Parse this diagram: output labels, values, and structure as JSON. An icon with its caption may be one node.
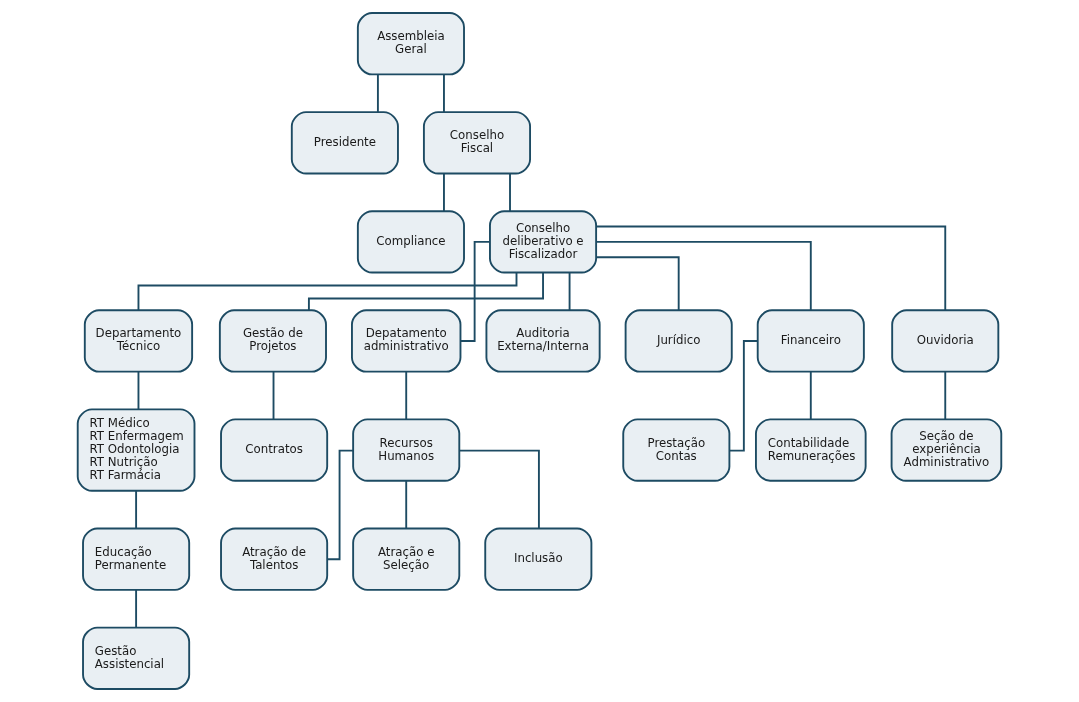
{
  "diagram": {
    "nodes": [
      {
        "text": [
          "Assembleia Geral"
        ]
      },
      {
        "text": [
          "Presidente"
        ]
      },
      {
        "text": [
          "Conselho Fiscal"
        ]
      },
      {
        "text": [
          "Compliance"
        ]
      },
      {
        "text": [
          "Conselho deliberativo e Fiscalizador"
        ]
      },
      {
        "text": [
          "Departamento Técnico"
        ]
      },
      {
        "text": [
          "Gestão de Projetos"
        ]
      },
      {
        "text": [
          "Depatamento administrativo"
        ]
      },
      {
        "text": [
          "Auditoria Externa/Interna"
        ]
      },
      {
        "text": [
          "Jurídico"
        ]
      },
      {
        "text": [
          "Financeiro"
        ]
      },
      {
        "text": [
          "Ouvidoria"
        ]
      },
      {
        "text": [
          "RT Médico",
          "RT Enfermagem",
          "RT Odontologia",
          "RT Nutrição",
          "RT Farmácia"
        ]
      },
      {
        "text": [
          "Contratos"
        ]
      },
      {
        "text": [
          "Recursos Humanos"
        ]
      },
      {
        "text": [
          "Educação Permanente"
        ]
      },
      {
        "text": [
          "Gestão Assistencial"
        ]
      },
      {
        "text": [
          "Atração de Talentos"
        ]
      },
      {
        "text": [
          "Atração e Seleção"
        ]
      },
      {
        "text": [
          "Inclusão"
        ]
      },
      {
        "text": [
          "Prestação Contas"
        ]
      },
      {
        "text": [
          "Contabilidade",
          "Remunerações"
        ]
      },
      {
        "text": [
          "Seção de experiência Administrativo"
        ]
      }
    ],
    "edges": [
      {
        "from": 0,
        "to": 1,
        "arrow": "none"
      },
      {
        "from": 0,
        "to": 2,
        "arrow": "none"
      },
      {
        "from": 2,
        "to": 3,
        "arrow": "none"
      },
      {
        "from": 2,
        "to": 4,
        "arrow": "none"
      },
      {
        "from": 4,
        "to": 5,
        "arrow": "none"
      },
      {
        "from": 4,
        "to": 6,
        "arrow": "none"
      },
      {
        "from": 4,
        "to": 7,
        "arrow": "none"
      },
      {
        "from": 4,
        "to": 8,
        "arrow": "none"
      },
      {
        "from": 4,
        "to": 9,
        "arrow": "none"
      },
      {
        "from": 4,
        "to": 10,
        "arrow": "none"
      },
      {
        "from": 4,
        "to": 11,
        "arrow": "none"
      },
      {
        "from": 5,
        "to": 12,
        "arrow": "none"
      },
      {
        "from": 12,
        "to": 15,
        "arrow": "none"
      },
      {
        "from": 15,
        "to": 16,
        "arrow": "none"
      },
      {
        "from": 6,
        "to": 13,
        "arrow": "none"
      },
      {
        "from": 7,
        "to": 14,
        "arrow": "none"
      },
      {
        "from": 14,
        "to": 17,
        "arrow": "none"
      },
      {
        "from": 14,
        "to": 18,
        "arrow": "none"
      },
      {
        "from": 14,
        "to": 19,
        "arrow": "none"
      },
      {
        "from": 10,
        "to": 20,
        "arrow": "none"
      },
      {
        "from": 10,
        "to": 21,
        "arrow": "none"
      },
      {
        "from": 11,
        "to": 22,
        "arrow": "none"
      }
    ]
  }
}
